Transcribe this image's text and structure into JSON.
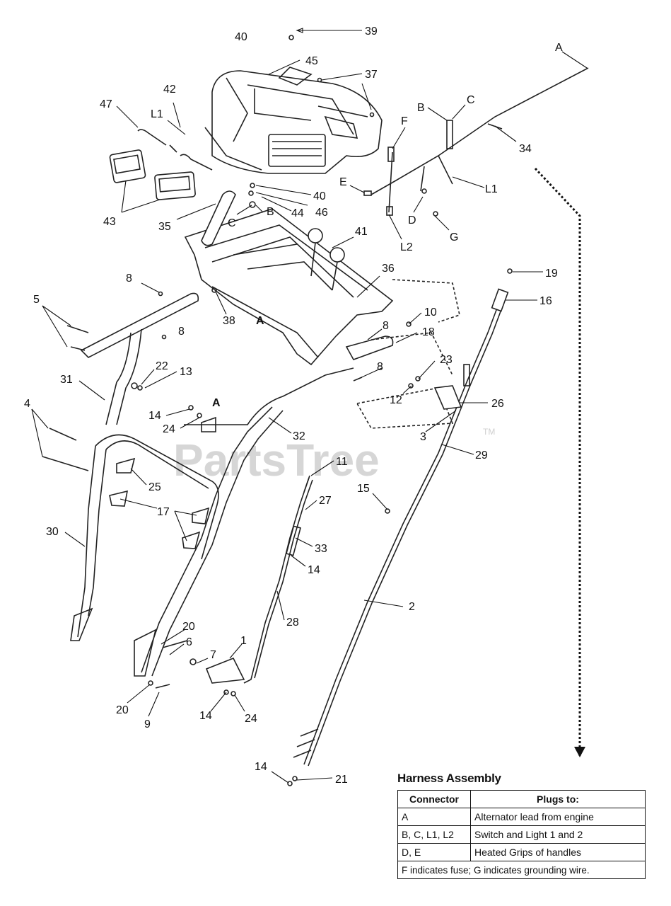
{
  "watermark": {
    "text": "PartsTree",
    "tm": "TM"
  },
  "callouts": [
    "40",
    "39",
    "45",
    "37",
    "A",
    "42",
    "47",
    "L1",
    "F",
    "B",
    "C",
    "34",
    "E",
    "L1",
    "40",
    "44",
    "46",
    "C",
    "B",
    "43",
    "35",
    "D",
    "G",
    "L2",
    "41",
    "36",
    "19",
    "16",
    "8",
    "5",
    "10",
    "38",
    "A",
    "8",
    "18",
    "8",
    "23",
    "8",
    "22",
    "13",
    "31",
    "12",
    "26",
    "4",
    "14",
    "24",
    "A",
    "3",
    "32",
    "29",
    "11",
    "25",
    "15",
    "27",
    "17",
    "30",
    "33",
    "14",
    "2",
    "28",
    "20",
    "6",
    "7",
    "1",
    "20",
    "9",
    "14",
    "24",
    "14",
    "21"
  ],
  "harness_assembly": {
    "title": "Harness Assembly",
    "headers": [
      "Connector",
      "Plugs to:"
    ],
    "rows": [
      {
        "connector": "A",
        "plugs_to": "Alternator lead from engine"
      },
      {
        "connector": "B, C, L1, L2",
        "plugs_to": "Switch and Light 1 and 2"
      },
      {
        "connector": "D, E",
        "plugs_to": "Heated Grips of handles"
      }
    ],
    "note": "F indicates fuse; G indicates grounding wire."
  }
}
